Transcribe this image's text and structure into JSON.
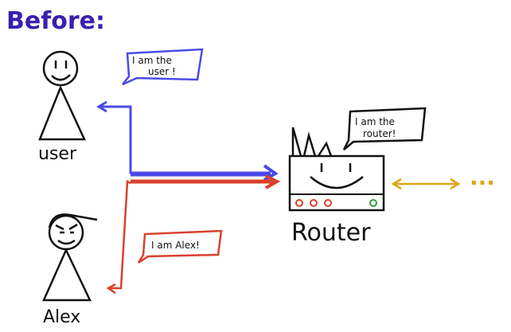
{
  "title": "Before:",
  "user": {
    "label": "user",
    "bubble_line1": "I am the",
    "bubble_line2": "user !"
  },
  "alex": {
    "label": "Alex",
    "bubble": "I am Alex!"
  },
  "router": {
    "label": "Router",
    "bubble_line1": "I am the",
    "bubble_line2": "router!"
  },
  "continuation": "...",
  "colors": {
    "title": "#3a1fb0",
    "user_line": "#4a4ae8",
    "alex_line": "#d9412b",
    "router_link": "#e0a515",
    "router_led_red": "#d9412b",
    "router_led_green": "#3a9a3a"
  }
}
